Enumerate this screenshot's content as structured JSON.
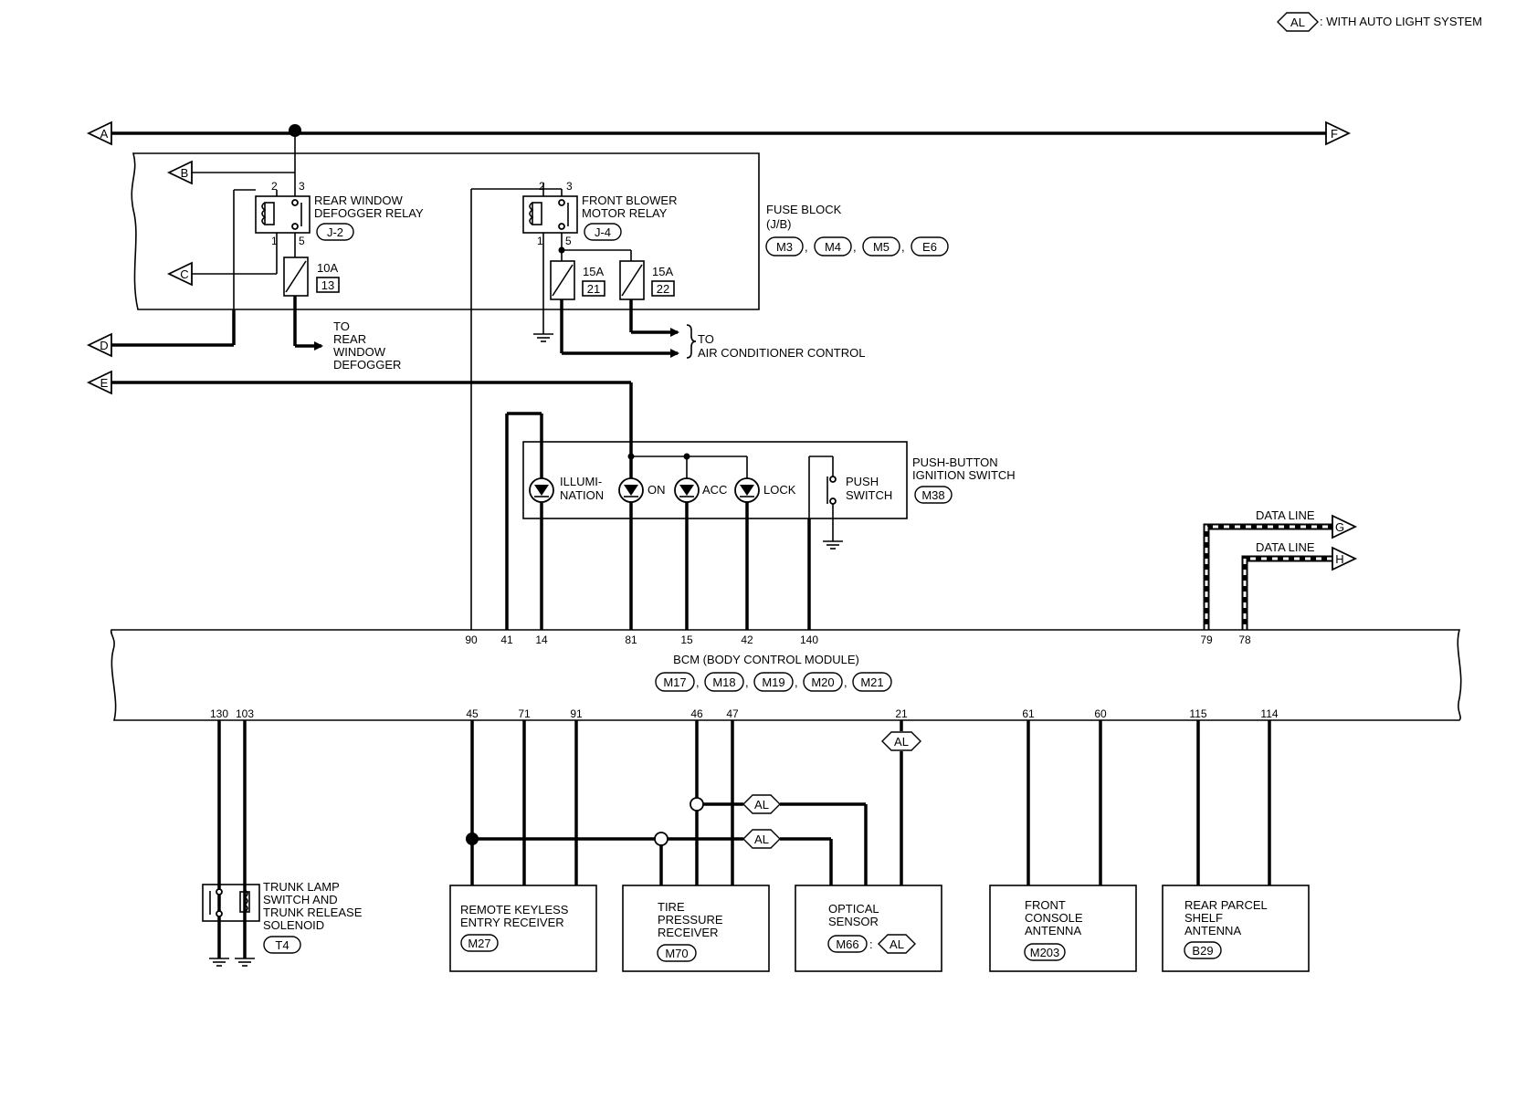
{
  "legend": {
    "al_tag": "AL",
    "text": ": WITH AUTO LIGHT SYSTEM"
  },
  "connectors": {
    "A": "A",
    "B": "B",
    "C": "C",
    "D": "D",
    "E": "E",
    "F": "F",
    "G": "G",
    "H": "H"
  },
  "fuse_block": {
    "title": "FUSE BLOCK",
    "sub": "(J/B)",
    "connectors": [
      "M3",
      "M4",
      "M5",
      "E6"
    ],
    "rear_relay": {
      "line1": "REAR WINDOW",
      "line2": "DEFOGGER RELAY",
      "code": "J-2",
      "pins": [
        "2",
        "3",
        "1",
        "5"
      ]
    },
    "front_relay": {
      "line1": "FRONT BLOWER",
      "line2": "MOTOR RELAY",
      "code": "J-4",
      "pins": [
        "2",
        "3",
        "1",
        "5"
      ]
    },
    "fuses": [
      {
        "amp": "10A",
        "num": "13"
      },
      {
        "amp": "15A",
        "num": "21"
      },
      {
        "amp": "15A",
        "num": "22"
      }
    ]
  },
  "to_defogger": [
    "TO",
    "REAR",
    "WINDOW",
    "DEFOGGER"
  ],
  "to_ac": [
    "TO",
    "AIR CONDITIONER CONTROL"
  ],
  "ignition_switch": {
    "title1": "PUSH-BUTTON",
    "title2": "IGNITION SWITCH",
    "code": "M38",
    "illum1": "ILLUMI-",
    "illum2": "NATION",
    "on": "ON",
    "acc": "ACC",
    "lock": "LOCK",
    "push1": "PUSH",
    "push2": "SWITCH"
  },
  "data_lines": [
    "DATA LINE",
    "DATA LINE"
  ],
  "bcm": {
    "title": "BCM (BODY CONTROL MODULE)",
    "connectors": [
      "M17",
      "M18",
      "M19",
      "M20",
      "M21"
    ],
    "top_pins": [
      "90",
      "41",
      "14",
      "81",
      "15",
      "42",
      "140",
      "79",
      "78"
    ],
    "bottom_pins": [
      "130",
      "103",
      "45",
      "71",
      "91",
      "46",
      "47",
      "21",
      "61",
      "60",
      "115",
      "114"
    ]
  },
  "al_tags": [
    "AL",
    "AL",
    "AL",
    "AL"
  ],
  "components": {
    "trunk": {
      "lines": [
        "TRUNK LAMP",
        "SWITCH AND",
        "TRUNK RELEASE",
        "SOLENOID"
      ],
      "code": "T4"
    },
    "keyless": {
      "lines": [
        "REMOTE KEYLESS",
        "ENTRY RECEIVER"
      ],
      "code": "M27"
    },
    "tire": {
      "lines": [
        "TIRE",
        "PRESSURE",
        "RECEIVER"
      ],
      "code": "M70"
    },
    "optical": {
      "lines": [
        "OPTICAL",
        "SENSOR"
      ],
      "code": "M66",
      "sep": ":",
      "al": "AL"
    },
    "front_ant": {
      "lines": [
        "FRONT",
        "CONSOLE",
        "ANTENNA"
      ],
      "code": "M203"
    },
    "rear_ant": {
      "lines": [
        "REAR PARCEL",
        "SHELF",
        "ANTENNA"
      ],
      "code": "B29"
    }
  }
}
